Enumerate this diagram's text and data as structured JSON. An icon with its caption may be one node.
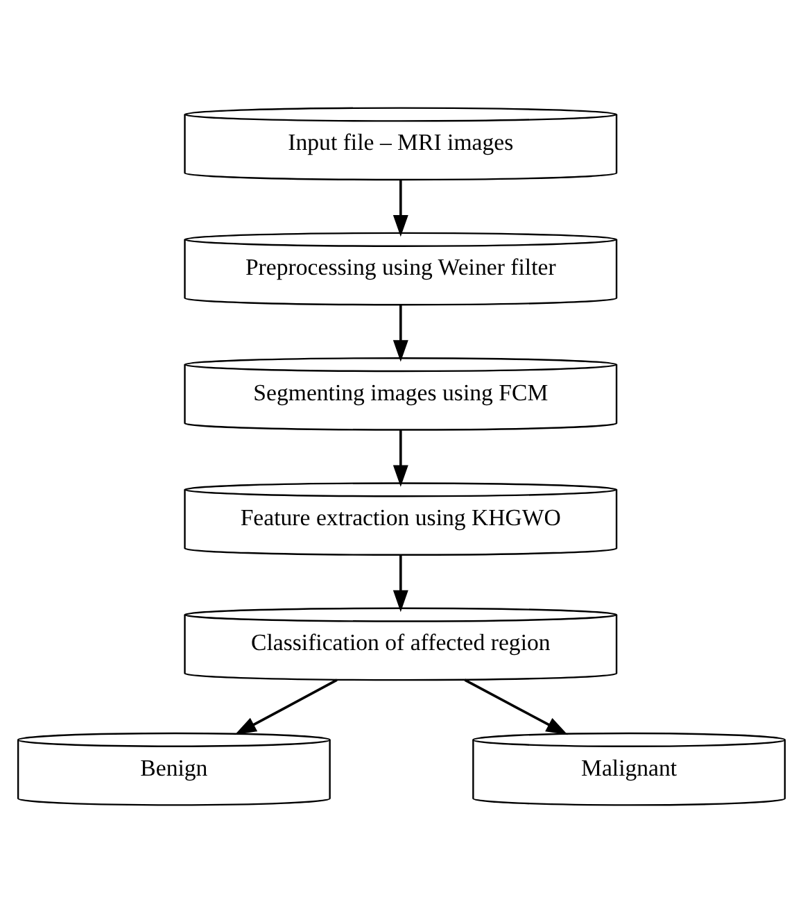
{
  "diagram": {
    "nodes": [
      {
        "text": [
          "Input file – MRI images"
        ]
      },
      {
        "text": [
          "Preprocessing using Weiner filter"
        ]
      },
      {
        "text": [
          "Segmenting images using FCM"
        ]
      },
      {
        "text": [
          "Feature extraction using KHGWO"
        ]
      },
      {
        "text": [
          "Classification of affected region"
        ]
      },
      {
        "text": [
          "Benign"
        ]
      },
      {
        "text": [
          "Malignant"
        ]
      }
    ],
    "edges": [
      {
        "from": 0,
        "to": 1,
        "arrow": "to"
      },
      {
        "from": 1,
        "to": 2,
        "arrow": "to"
      },
      {
        "from": 2,
        "to": 3,
        "arrow": "to"
      },
      {
        "from": 3,
        "to": 4,
        "arrow": "to"
      },
      {
        "from": 4,
        "to": 5,
        "arrow": "to"
      },
      {
        "from": 4,
        "to": 6,
        "arrow": "to"
      }
    ]
  }
}
